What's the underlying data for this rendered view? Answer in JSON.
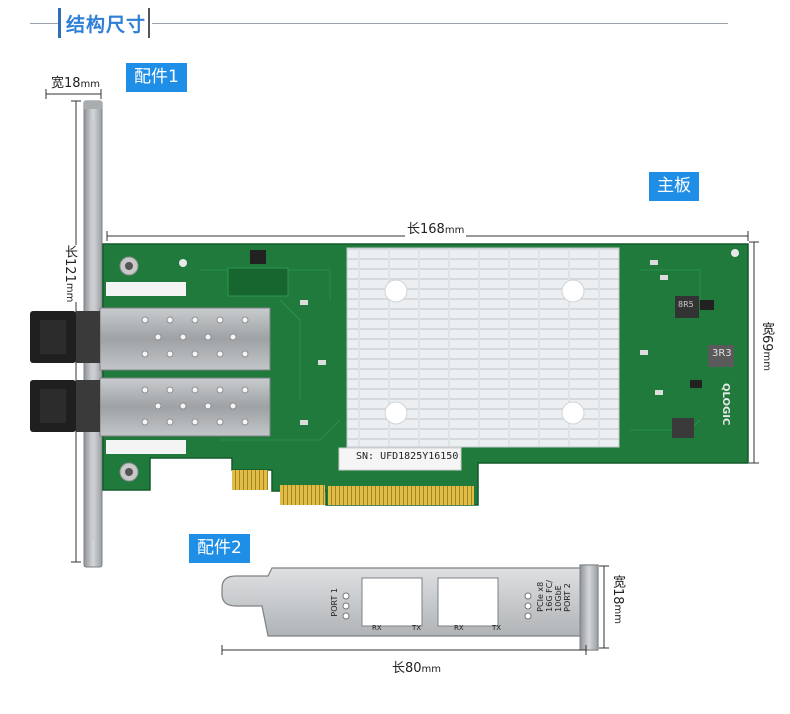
{
  "header": {
    "title": "结构尺寸"
  },
  "labels": {
    "accessory1": "配件1",
    "accessory2": "配件2",
    "mainboard": "主板"
  },
  "dimensions": {
    "bracket1_width": "宽18",
    "bracket1_length": "长121",
    "board_length": "长168",
    "board_width": "宽69",
    "bracket2_width": "宽18",
    "bracket2_length": "长80",
    "unit": "mm"
  },
  "board_text": {
    "serial": "SN: UFD1825Y16150",
    "logo": "QLOGIC",
    "inductor": "3R3",
    "chip": "8R5"
  },
  "bracket2_text": {
    "port1": "PORT 1",
    "port2": "PORT 2",
    "spec": "PCIe x8\n16G FC/\n10GbE\nPORT 2",
    "rx": "RX",
    "tx": "TX"
  },
  "colors": {
    "pcb": "#1f7a3c",
    "gold": "#d8b43a",
    "heatsink": "#e9ecee",
    "steel": "#b9bdc1",
    "accent": "#1f8ee6"
  }
}
